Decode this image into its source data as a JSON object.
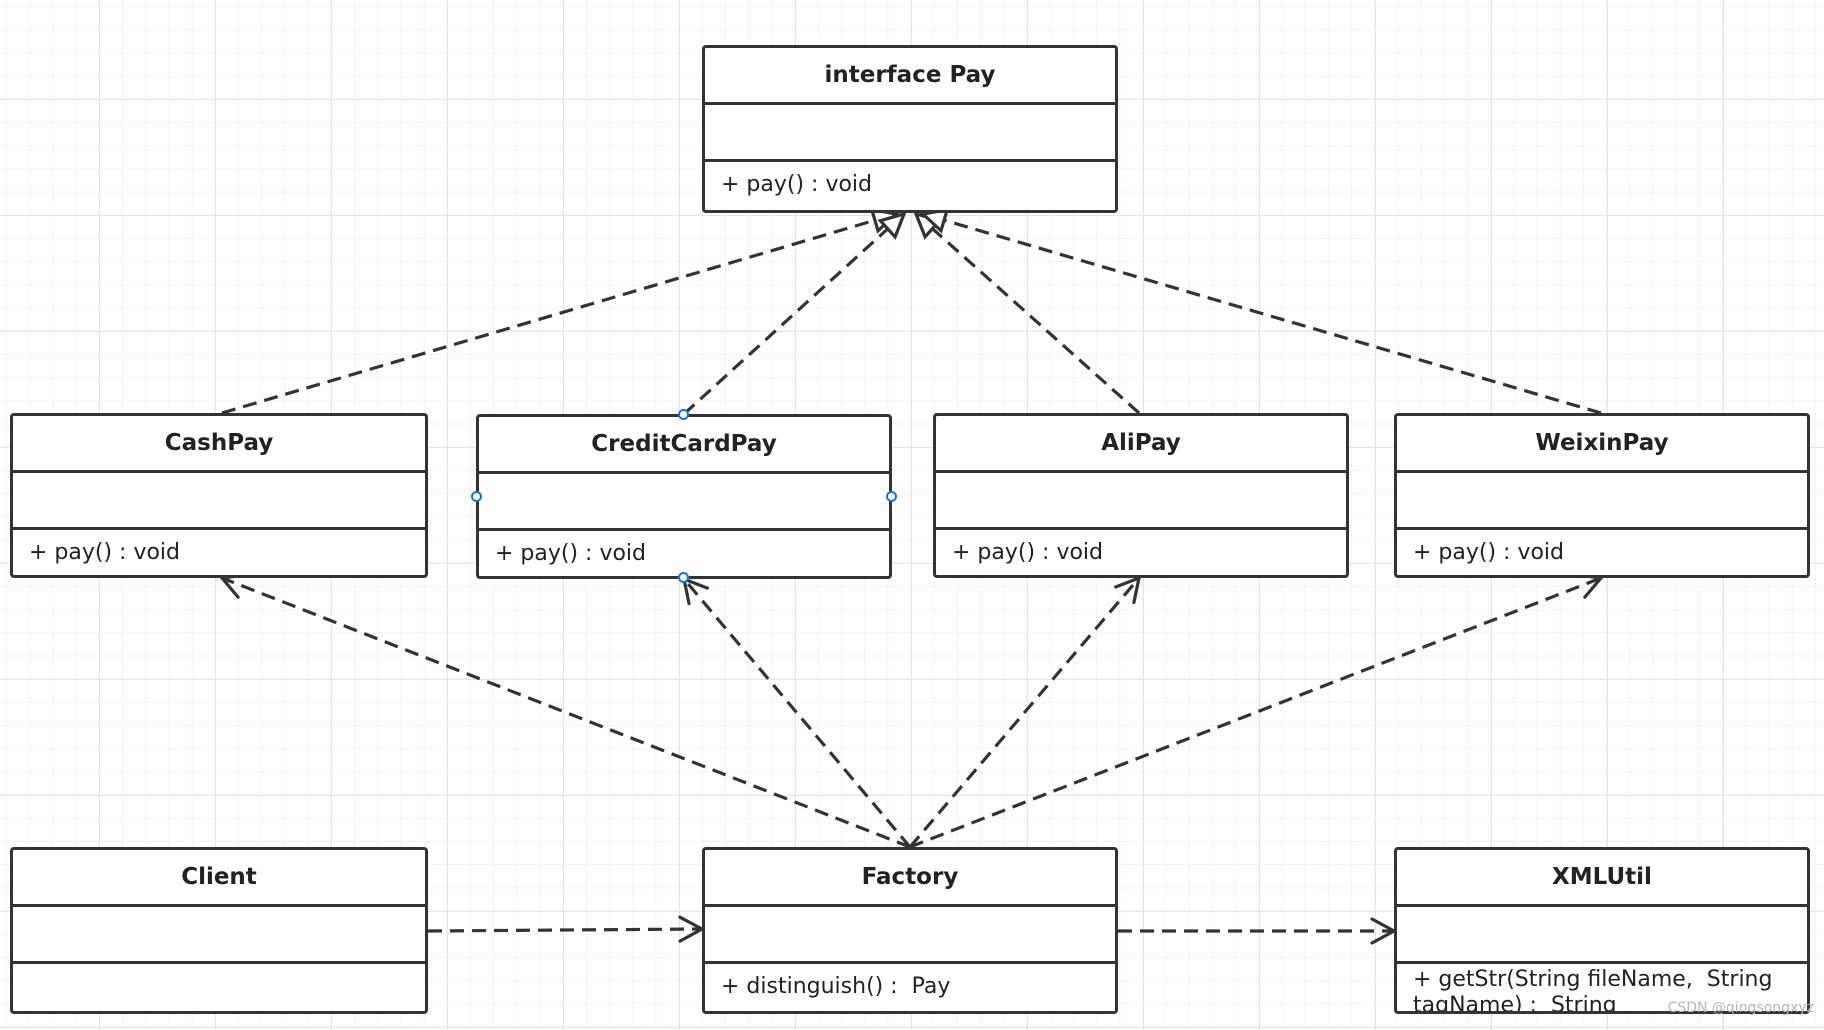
{
  "classes": {
    "pay": {
      "name": "interface Pay",
      "op": "+ pay() : void"
    },
    "cash": {
      "name": "CashPay",
      "op": "+ pay() : void"
    },
    "credit": {
      "name": "CreditCardPay",
      "op": "+ pay() : void"
    },
    "ali": {
      "name": "AliPay",
      "op": "+ pay() : void"
    },
    "weixin": {
      "name": "WeixinPay",
      "op": "+ pay() : void"
    },
    "client": {
      "name": "Client",
      "op": ""
    },
    "factory": {
      "name": "Factory",
      "op": "+ distinguish() :  Pay"
    },
    "xmlutil": {
      "name": "XMLUtil",
      "op": "+ getStr(String fileName,  String tagName) :  String"
    }
  },
  "relations": [
    {
      "from": "cash",
      "to": "pay",
      "kind": "realization"
    },
    {
      "from": "credit",
      "to": "pay",
      "kind": "realization"
    },
    {
      "from": "ali",
      "to": "pay",
      "kind": "realization"
    },
    {
      "from": "weixin",
      "to": "pay",
      "kind": "realization"
    },
    {
      "from": "factory",
      "to": "cash",
      "kind": "dependency"
    },
    {
      "from": "factory",
      "to": "credit",
      "kind": "dependency"
    },
    {
      "from": "factory",
      "to": "ali",
      "kind": "dependency"
    },
    {
      "from": "factory",
      "to": "weixin",
      "kind": "dependency"
    },
    {
      "from": "client",
      "to": "factory",
      "kind": "dependency"
    },
    {
      "from": "factory",
      "to": "xmlutil",
      "kind": "dependency"
    }
  ],
  "selected": "credit",
  "colors": {
    "line": "#333333",
    "selection": "#1a73d6",
    "grid": "#e4e4e4"
  },
  "watermark": "CSDN @qingsongxyz"
}
